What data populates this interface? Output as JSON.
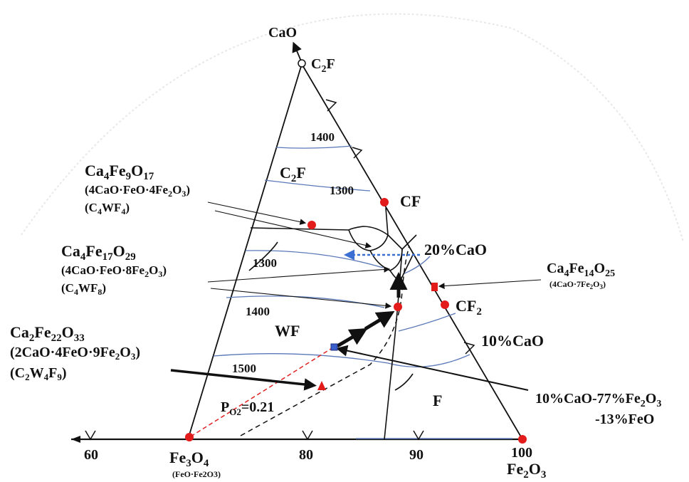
{
  "diagram": {
    "vertex_cao": "CaO",
    "vertex_fe2o3": "Fe2O3",
    "vertex_fe3o4": "Fe3O4",
    "fe3o4_formula": "(FeO·Fe2O3)",
    "axis_ticks": [
      "60",
      "80",
      "90",
      "100"
    ],
    "phases": {
      "c2f_top": "C2F",
      "c2f_field": "C2F",
      "cf": "CF",
      "cf2": "CF2",
      "wf": "WF",
      "f": "F"
    },
    "isotherms": [
      "1400",
      "1300",
      "1300",
      "1400",
      "1500"
    ],
    "compounds": {
      "c4wf4": {
        "formula": "Ca4Fe9O17",
        "oxide": "(4CaO·FeO·4Fe2O3)",
        "short": "(C4WF4)"
      },
      "c4wf8": {
        "formula": "Ca4Fe17O29",
        "oxide": "(4CaO·FeO·8Fe2O3)",
        "short": "(C4WF8)"
      },
      "c2w4f9": {
        "formula": "Ca2Fe22O33",
        "oxide": "(2CaO·4FeO·9Fe2O3)",
        "short": "(C2W4F9)"
      },
      "c4f7": {
        "formula": "Ca4Fe14O25",
        "oxide": "(4CaO·7Fe2O3)"
      }
    },
    "labels": {
      "cao20": "20%CaO",
      "cao10": "10%CaO",
      "po2": "PO2=0.21",
      "composition_line1": "10%CaO-77%Fe2O3",
      "composition_line2": "-13%FeO"
    },
    "colors": {
      "marker_red": "#e21b1b",
      "marker_blue": "#3a5fcd",
      "isotherm_blue": "#5a78b8",
      "dashed_blue": "#3b6fd1",
      "dashed_red": "#e02020"
    }
  }
}
